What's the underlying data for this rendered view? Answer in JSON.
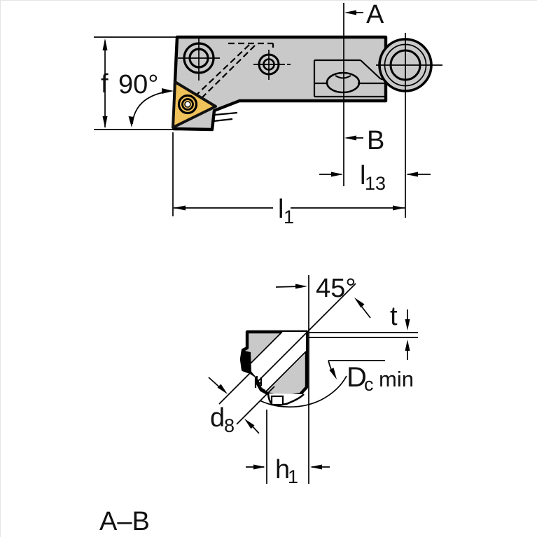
{
  "drawing": {
    "colors": {
      "body_gray": "#C9C9C9",
      "insert_yellow": "#F0C25A",
      "outline_black": "#000000",
      "hole_white": "#FFFFFF"
    },
    "top_view": {
      "section_arrow_top": "A",
      "section_arrow_bottom": "B",
      "dim_f": "f",
      "dim_angle": "90°",
      "dim_l1": "l",
      "dim_l1_sub": "1",
      "dim_l13": "l",
      "dim_l13_sub": "13"
    },
    "section_view": {
      "dim_angle": "45°",
      "dim_t": "t",
      "dim_dc": "D",
      "dim_dc_sub": "c",
      "dim_dc_suffix": "min",
      "dim_d8": "d",
      "dim_d8_sub": "8",
      "dim_h1": "h",
      "dim_h1_sub": "1",
      "section_title": "A–B"
    }
  }
}
